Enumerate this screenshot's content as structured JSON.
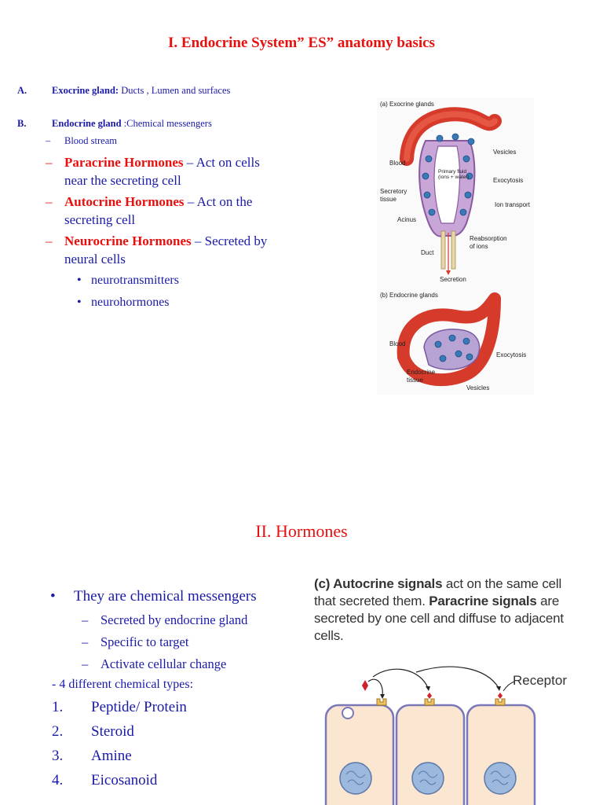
{
  "section1": {
    "title": "I. Endocrine System” ES” anatomy basics",
    "item_a": {
      "marker": "A.",
      "label": "Exocrine gland:",
      "text": " Ducts , Lumen and surfaces"
    },
    "item_b": {
      "marker": "B.",
      "label": "Endocrine gland",
      "text": " :Chemical messengers"
    },
    "sub_dash": "–",
    "blood_stream": "Blood stream",
    "paracrine": {
      "term": "Paracrine Hormones",
      "desc_line1": " – Act on cells",
      "desc_line2": "near the secreting cell"
    },
    "autocrine": {
      "term": "Autocrine Hormones",
      "desc_line1": " – Act on the",
      "desc_line2": "secreting cell"
    },
    "neurocrine": {
      "term": "Neurocrine Hormones",
      "desc_line1": " – Secreted by",
      "desc_line2": "neural cells"
    },
    "bullets": [
      "neurotransmitters",
      "neurohormones"
    ]
  },
  "figure1": {
    "panel_a_title": "(a) Exocrine glands",
    "panel_b_title": "(b) Endocrine glands",
    "labels_a": [
      "Vesicles",
      "Blood",
      "Primary fluid",
      "(ions + water)",
      "Exocytosis",
      "Secretory",
      "tissue",
      "Ion transport",
      "Acinus",
      "Reabsorption",
      "of ions",
      "Duct",
      "Secretion"
    ],
    "labels_b": [
      "Blood",
      "Exocytosis",
      "Endocrine",
      "tissue",
      "Vesicles"
    ]
  },
  "section2": {
    "title": "II.  Hormones",
    "main_bullet": "They are chemical messengers",
    "sub_items": [
      "Secreted by endocrine gland",
      "Specific to target",
      "Activate cellular change"
    ],
    "types_intro": "-  4 different chemical types:",
    "types": [
      {
        "num": "1.",
        "name": "Peptide/ Protein"
      },
      {
        "num": "2.",
        "name": "Steroid"
      },
      {
        "num": "3.",
        "name": "Amine"
      },
      {
        "num": "4.",
        "name": "Eicosanoid"
      }
    ]
  },
  "figure2": {
    "caption_prefix": "(c) ",
    "caption_term1": "Autocrine signals",
    "caption_text1": " act on the same cell that secreted them. ",
    "caption_term2": "Paracrine signals",
    "caption_text2": " are secreted by one cell and diffuse to adjacent cells.",
    "receptor_label": "Receptor"
  }
}
